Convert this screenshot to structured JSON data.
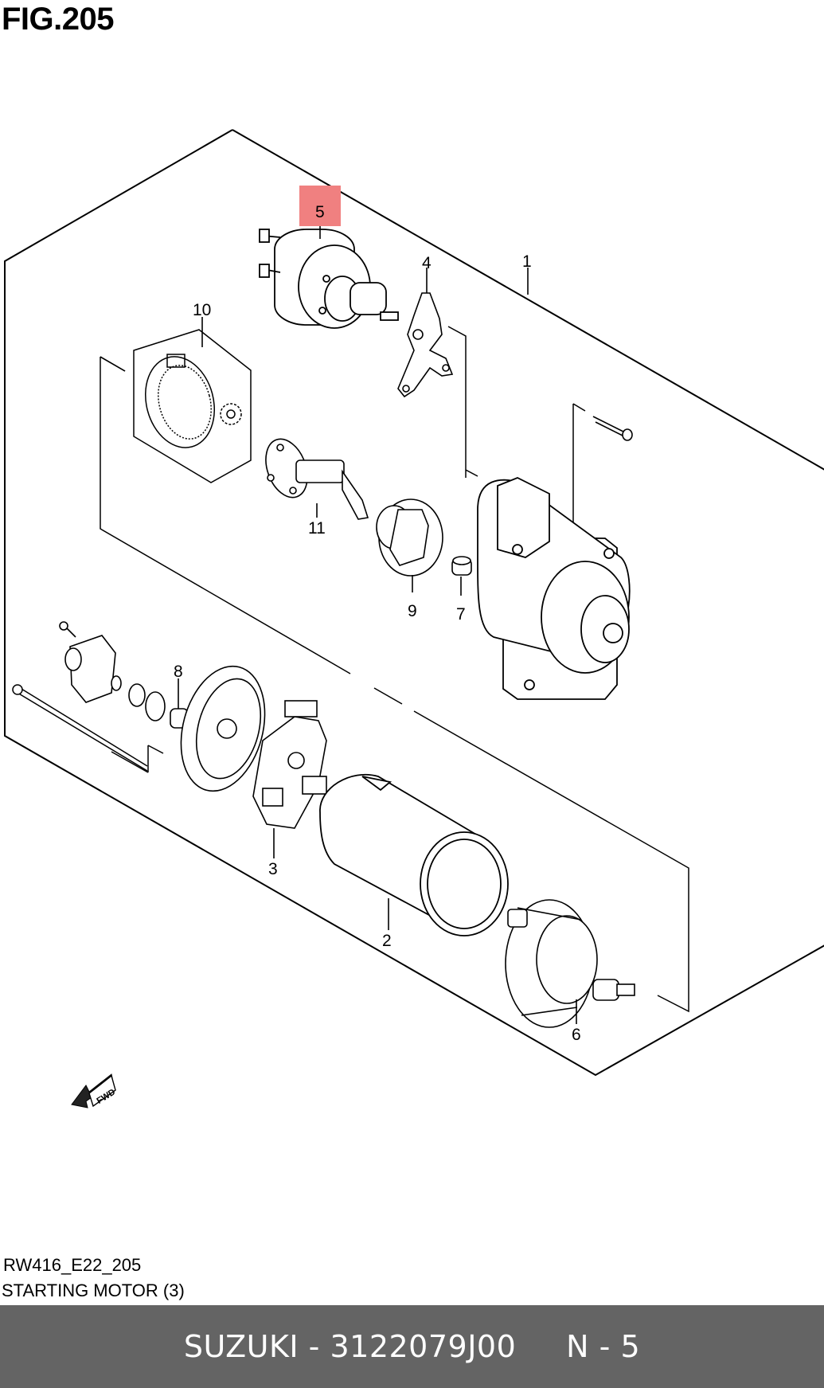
{
  "figure": {
    "title": "FIG.205",
    "code": "RW416_E22_205",
    "caption": "STARTING MOTOR (3)"
  },
  "callouts": [
    {
      "id": "1",
      "label": "1"
    },
    {
      "id": "2",
      "label": "2"
    },
    {
      "id": "3",
      "label": "3"
    },
    {
      "id": "4",
      "label": "4"
    },
    {
      "id": "5",
      "label": "5"
    },
    {
      "id": "6",
      "label": "6"
    },
    {
      "id": "7",
      "label": "7"
    },
    {
      "id": "8",
      "label": "8"
    },
    {
      "id": "9",
      "label": "9"
    },
    {
      "id": "10",
      "label": "10"
    },
    {
      "id": "11",
      "label": "11"
    }
  ],
  "highlighted_callout": "5",
  "highlight_color": "#f08080",
  "direction_marker": {
    "label": "FWD",
    "icon": "fwd-arrow-icon"
  },
  "footer": {
    "text": "SUZUKI - 3122079J00     N - 5",
    "background": "#646464",
    "text_color": "#ffffff"
  }
}
